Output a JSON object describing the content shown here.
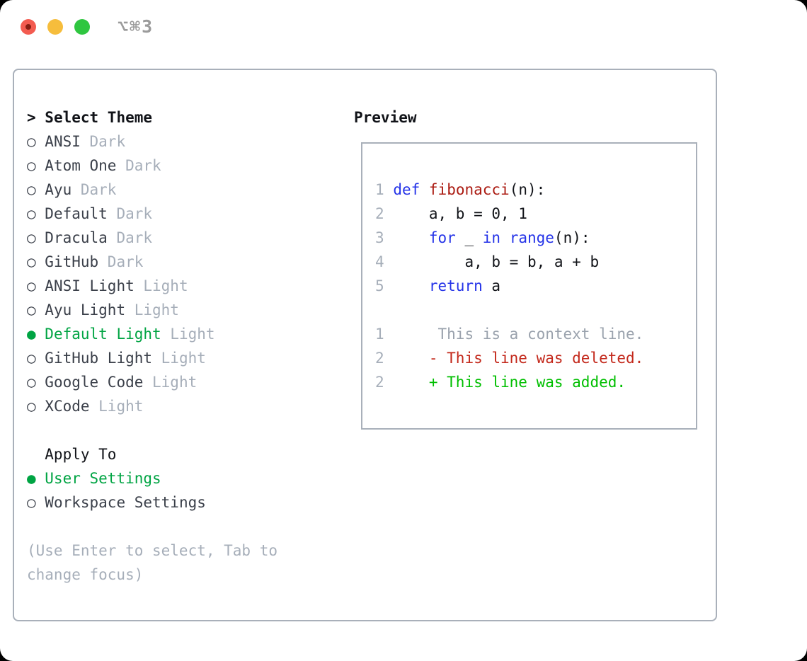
{
  "window": {
    "shortcut_label": "⌥⌘3",
    "traffic_lights": [
      "close",
      "minimize",
      "zoom"
    ]
  },
  "colors": {
    "accent_green": "#00a443",
    "added_green": "#00bf00",
    "deleted_red": "#c3281b",
    "keyword_blue": "#2433e8",
    "function_red": "#ab1b12",
    "context_gray": "#9aa2ad",
    "muted_gray": "#a6aeb9",
    "text_dark": "#3a3f49",
    "text_black": "#111318",
    "border_gray": "#a9b0ba",
    "traffic_red": "#f35b50",
    "traffic_red_dot": "#861d12",
    "traffic_yellow": "#f6bd3c",
    "traffic_green": "#2fc640",
    "titlebar_gray": "#9b9b9b"
  },
  "theme_picker": {
    "prefix": "> ",
    "title": "Select Theme",
    "items": [
      {
        "name": "ANSI",
        "variant": "Dark",
        "selected": false
      },
      {
        "name": "Atom One",
        "variant": "Dark",
        "selected": false
      },
      {
        "name": "Ayu",
        "variant": "Dark",
        "selected": false
      },
      {
        "name": "Default",
        "variant": "Dark",
        "selected": false
      },
      {
        "name": "Dracula",
        "variant": "Dark",
        "selected": false
      },
      {
        "name": "GitHub",
        "variant": "Dark",
        "selected": false
      },
      {
        "name": "ANSI Light",
        "variant": "Light",
        "selected": false
      },
      {
        "name": "Ayu Light",
        "variant": "Light",
        "selected": false
      },
      {
        "name": "Default Light",
        "variant": "Light",
        "selected": true
      },
      {
        "name": "GitHub Light",
        "variant": "Light",
        "selected": false
      },
      {
        "name": "Google Code",
        "variant": "Light",
        "selected": false
      },
      {
        "name": "XCode",
        "variant": "Light",
        "selected": false
      }
    ],
    "radio_unselected": "○ ",
    "radio_selected": "● "
  },
  "apply_to": {
    "title": "Apply To",
    "options": [
      {
        "label": "User Settings",
        "selected": true
      },
      {
        "label": "Workspace Settings",
        "selected": false
      }
    ]
  },
  "hint": {
    "lines": [
      "(Use Enter to select, Tab to",
      "change focus)"
    ]
  },
  "preview": {
    "title": "Preview",
    "lines": [
      {
        "num": "1",
        "tokens": [
          {
            "t": " ",
            "c": "p"
          },
          {
            "t": "def",
            "c": "k"
          },
          {
            "t": " ",
            "c": "p"
          },
          {
            "t": "fibonacci",
            "c": "f"
          },
          {
            "t": "(n):",
            "c": "p"
          }
        ]
      },
      {
        "num": "2",
        "tokens": [
          {
            "t": "     a, b = 0, 1",
            "c": "p"
          }
        ]
      },
      {
        "num": "3",
        "tokens": [
          {
            "t": "     ",
            "c": "p"
          },
          {
            "t": "for",
            "c": "k"
          },
          {
            "t": " _ ",
            "c": "p"
          },
          {
            "t": "in",
            "c": "k"
          },
          {
            "t": " ",
            "c": "p"
          },
          {
            "t": "range",
            "c": "k"
          },
          {
            "t": "(n):",
            "c": "p"
          }
        ]
      },
      {
        "num": "4",
        "tokens": [
          {
            "t": "         a, b = b, a + b",
            "c": "p"
          }
        ]
      },
      {
        "num": "5",
        "tokens": [
          {
            "t": "     ",
            "c": "p"
          },
          {
            "t": "return",
            "c": "k"
          },
          {
            "t": " a",
            "c": "p"
          }
        ]
      },
      {
        "num": "",
        "tokens": []
      },
      {
        "num": "1",
        "tokens": [
          {
            "t": "      This is a context line.",
            "c": "ctx"
          }
        ]
      },
      {
        "num": "2",
        "tokens": [
          {
            "t": "     - This line was deleted.",
            "c": "del"
          }
        ]
      },
      {
        "num": "2",
        "tokens": [
          {
            "t": "     + This line was added.",
            "c": "add"
          }
        ]
      }
    ]
  }
}
